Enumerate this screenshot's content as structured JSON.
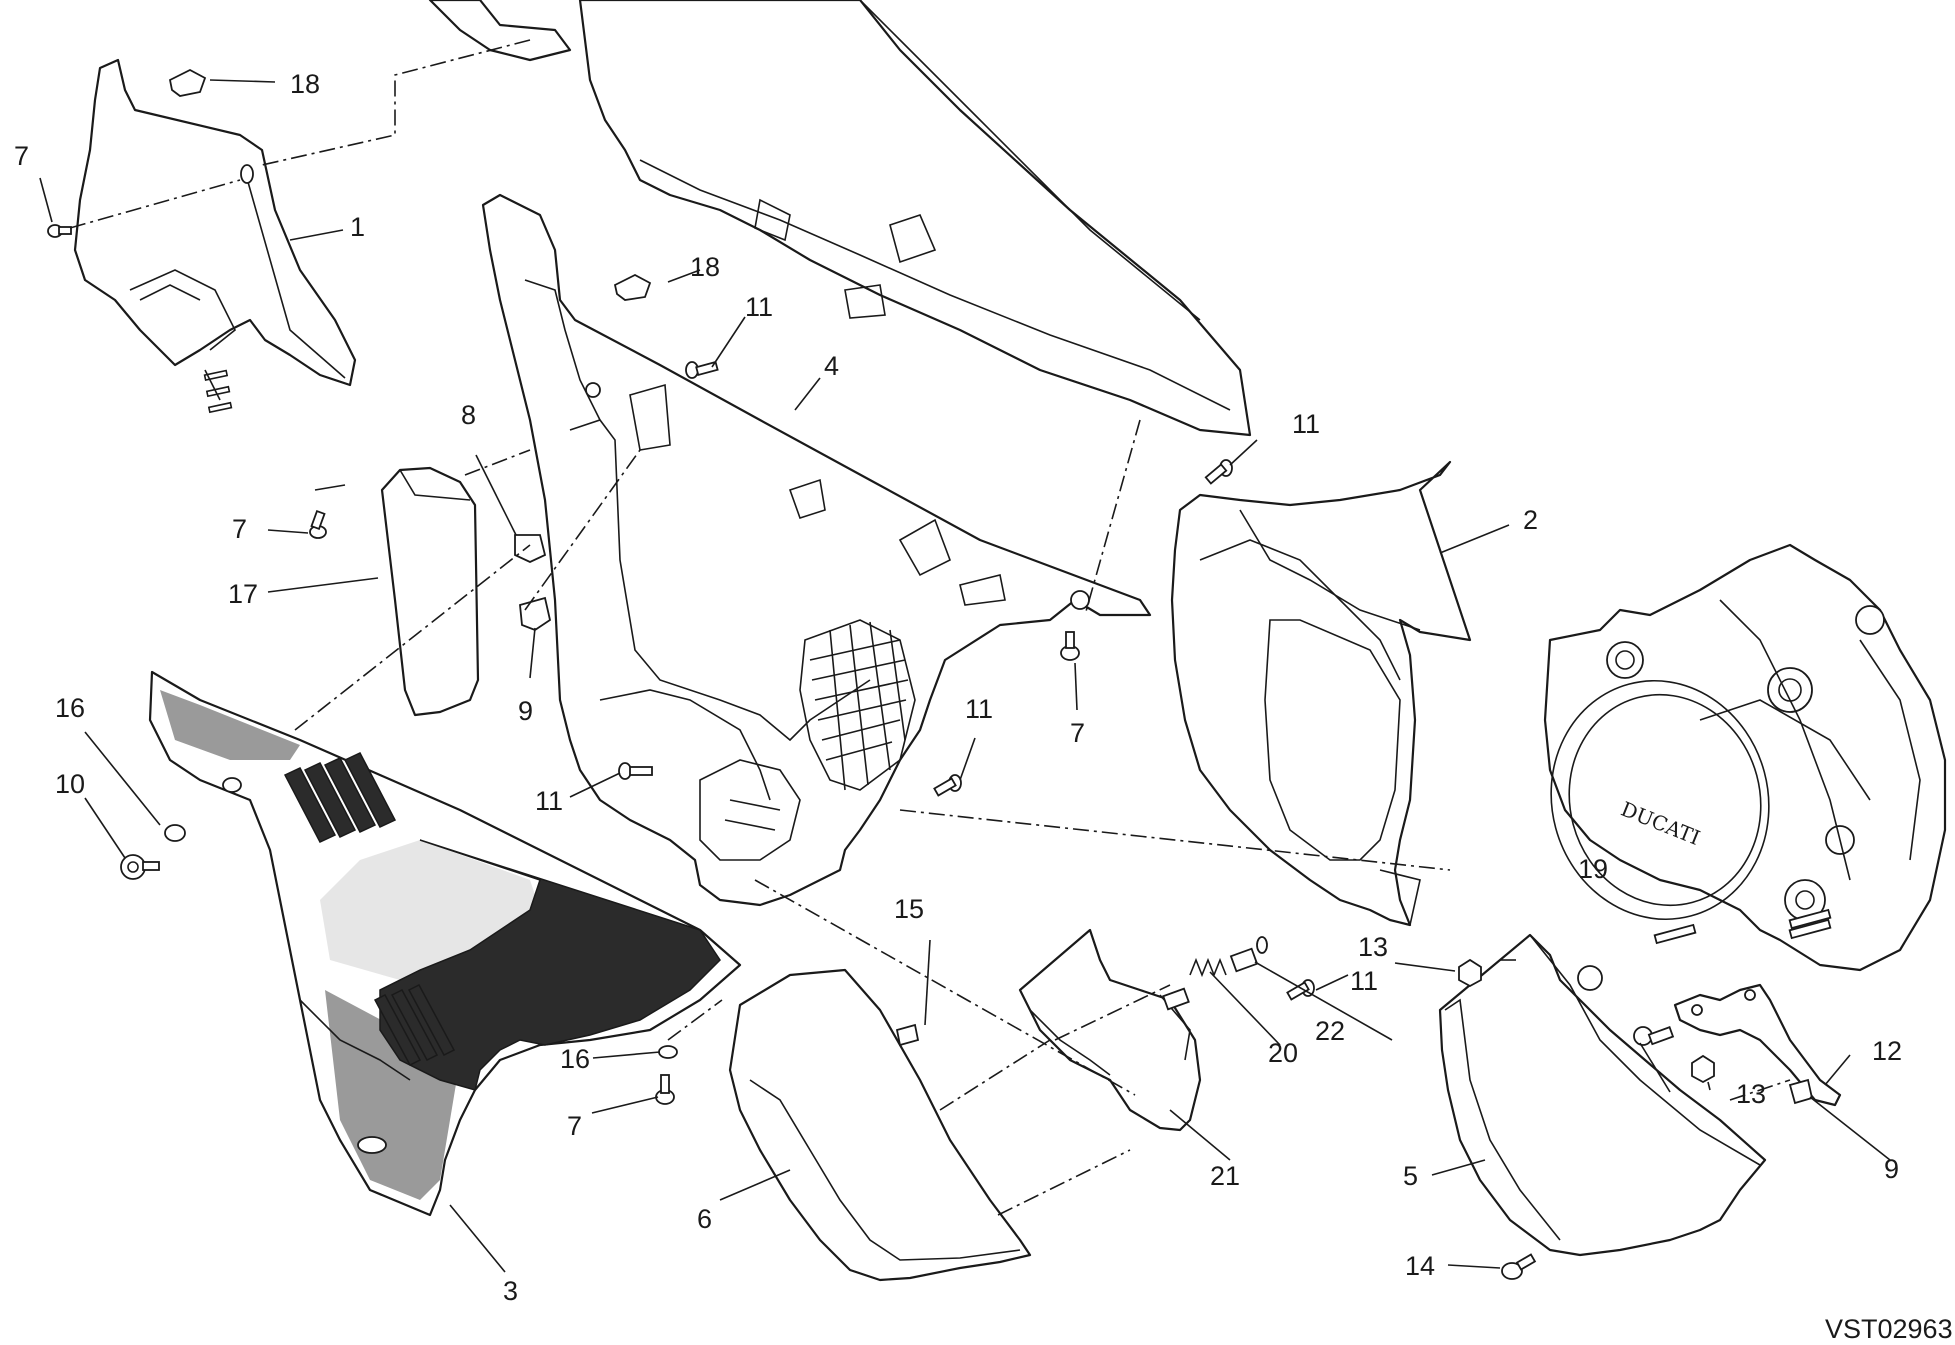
{
  "drawing_code": "VST02963",
  "part_labels": [
    {
      "id": "1",
      "text": "1"
    },
    {
      "id": "2",
      "text": "2"
    },
    {
      "id": "3",
      "text": "3"
    },
    {
      "id": "4",
      "text": "4"
    },
    {
      "id": "5",
      "text": "5"
    },
    {
      "id": "6",
      "text": "6"
    },
    {
      "id": "7a",
      "text": "7"
    },
    {
      "id": "7b",
      "text": "7"
    },
    {
      "id": "7c",
      "text": "7"
    },
    {
      "id": "7d",
      "text": "7"
    },
    {
      "id": "8",
      "text": "8"
    },
    {
      "id": "9a",
      "text": "9"
    },
    {
      "id": "9b",
      "text": "9"
    },
    {
      "id": "10",
      "text": "10"
    },
    {
      "id": "11a",
      "text": "11"
    },
    {
      "id": "11b",
      "text": "11"
    },
    {
      "id": "11c",
      "text": "11"
    },
    {
      "id": "11d",
      "text": "11"
    },
    {
      "id": "11e",
      "text": "11"
    },
    {
      "id": "12",
      "text": "12"
    },
    {
      "id": "13a",
      "text": "13"
    },
    {
      "id": "13b",
      "text": "13"
    },
    {
      "id": "14",
      "text": "14"
    },
    {
      "id": "15",
      "text": "15"
    },
    {
      "id": "16a",
      "text": "16"
    },
    {
      "id": "16b",
      "text": "16"
    },
    {
      "id": "17",
      "text": "17"
    },
    {
      "id": "18a",
      "text": "18"
    },
    {
      "id": "18b",
      "text": "18"
    },
    {
      "id": "19",
      "text": "19"
    },
    {
      "id": "20",
      "text": "20"
    },
    {
      "id": "21",
      "text": "21"
    },
    {
      "id": "22",
      "text": "22"
    }
  ],
  "engine_cover_logo": "DUCATI"
}
